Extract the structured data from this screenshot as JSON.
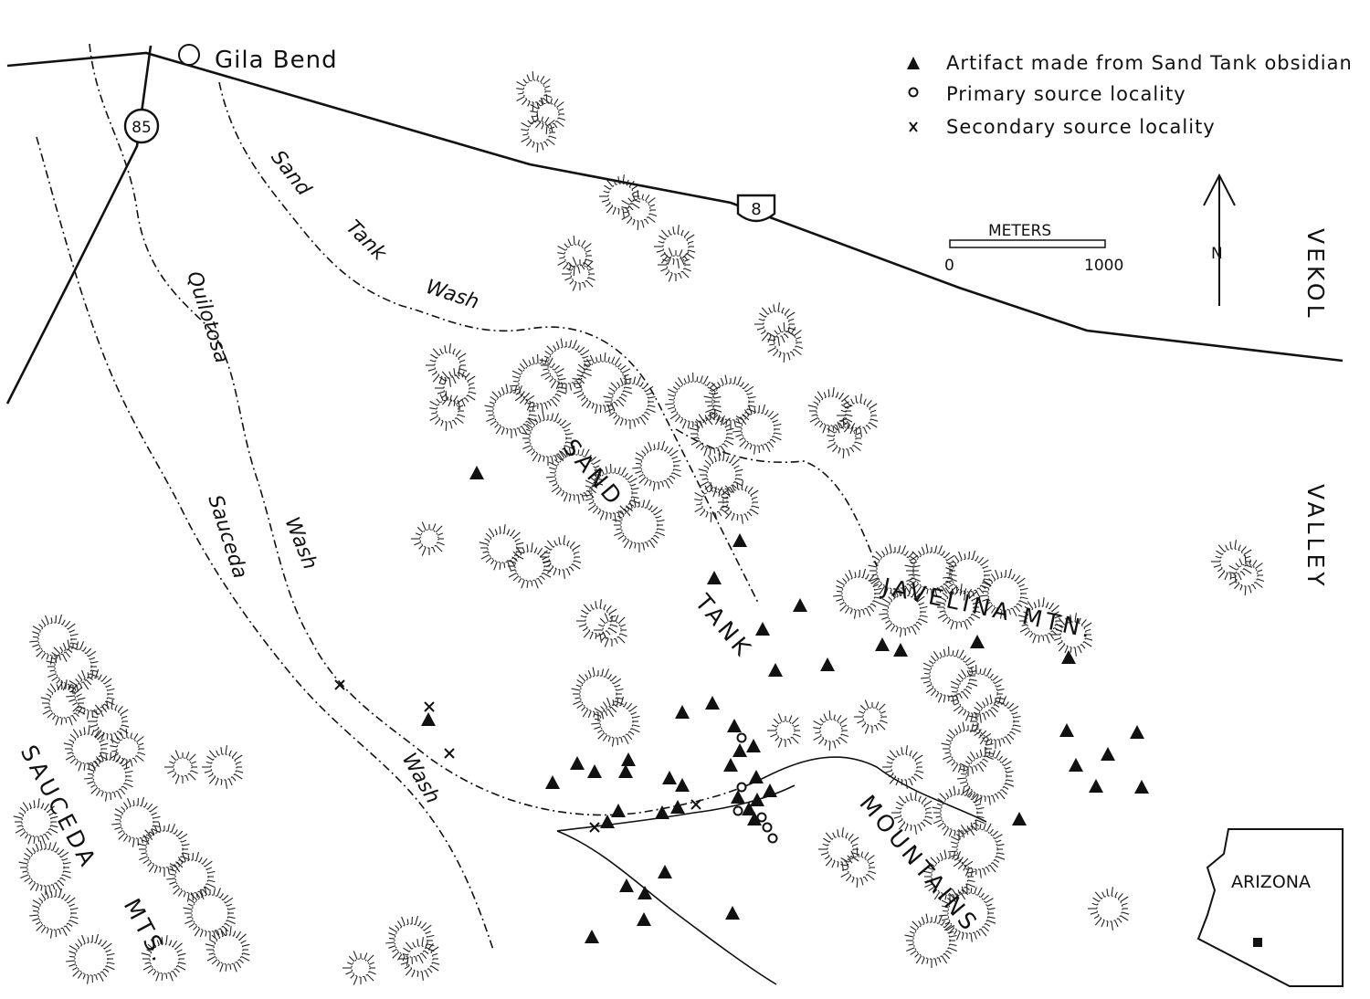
{
  "map": {
    "town": "Gila Bend",
    "routes": [
      "85",
      "8"
    ],
    "washes": [
      "Sand",
      "Tank",
      "Wash",
      "Quilotosa",
      "Sauceda",
      "Wash",
      "Wash"
    ],
    "ranges": [
      "SAND",
      "TANK",
      "JAVELINA MTN.",
      "MOUNTAINS",
      "SAUCEDA",
      "MTS."
    ],
    "valley": [
      "VEKOL",
      "VALLEY"
    ],
    "north": "N",
    "scale": {
      "title": "METERS",
      "min": "0",
      "max": "1000"
    },
    "inset": {
      "state": "ARIZONA"
    }
  },
  "legend": [
    {
      "symbol": "triangle",
      "label": "Artifact made from Sand Tank obsidian"
    },
    {
      "symbol": "circle",
      "label": "Primary source locality"
    },
    {
      "symbol": "x",
      "label": "Secondary source locality"
    }
  ],
  "colors": {
    "ink": "#111111",
    "paper": "#ffffff"
  }
}
